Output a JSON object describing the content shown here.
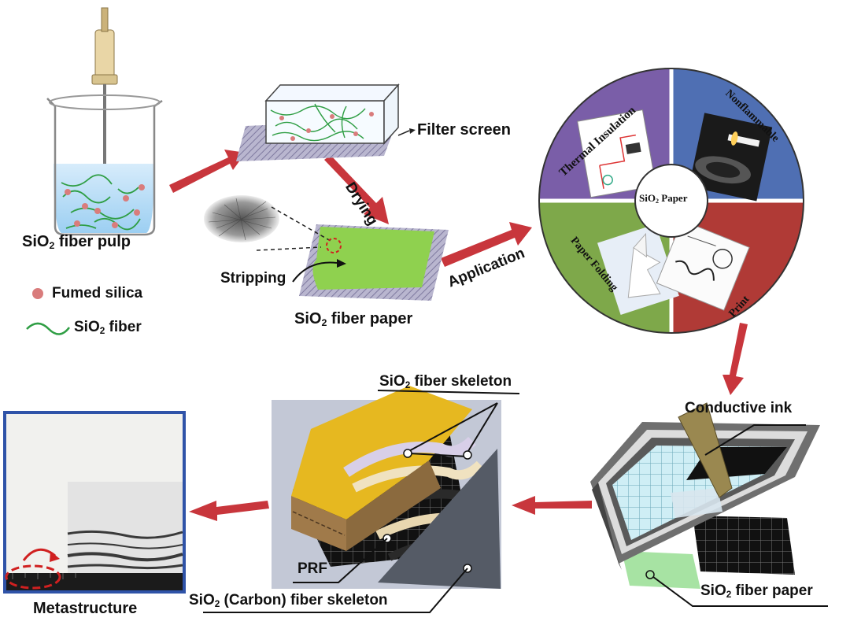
{
  "colors": {
    "arrow": "#c8363c",
    "fiber": "#2f9e44",
    "silica": "#d97c7c",
    "paper_green": "#8fd14f",
    "thermal": "#7a5ea8",
    "nonflammable": "#4f6fb3",
    "folding": "#7ea84a",
    "print": "#b03a36",
    "hatch": "#9b97b5",
    "panel_yellow": "#e6b820"
  },
  "labels": {
    "pulp_prefix": "SiO",
    "pulp_sub": "2",
    "pulp_suffix": " fiber pulp",
    "fumed_silica": "Fumed silica",
    "fiber_prefix": "SiO",
    "fiber_sub": "2",
    "fiber_suffix": " fiber",
    "filter_screen": "Filter screen",
    "drying": "Drying",
    "stripping": "Stripping",
    "paper_prefix": "SiO",
    "paper_sub": "2",
    "paper_suffix": " fiber paper",
    "application": "Application",
    "conductive_ink": "Conductive ink",
    "paper2_prefix": "SiO",
    "paper2_sub": "2",
    "paper2_suffix": " fiber paper",
    "skeleton_prefix": "SiO",
    "skeleton_sub": "2",
    "skeleton_suffix": " fiber skeleton",
    "prf": "PRF",
    "carbon_prefix": "SiO",
    "carbon_sub": "2",
    "carbon_suffix": " (Carbon) fiber skeleton",
    "metastructure": "Metastructure"
  },
  "wheel": {
    "center_prefix": "SiO",
    "center_sub": "2",
    "center_suffix": " Paper",
    "thermal": "Thermal Insulation",
    "nonflammable": "Nonflammable",
    "folding": "Paper Folding",
    "print": "Print"
  }
}
